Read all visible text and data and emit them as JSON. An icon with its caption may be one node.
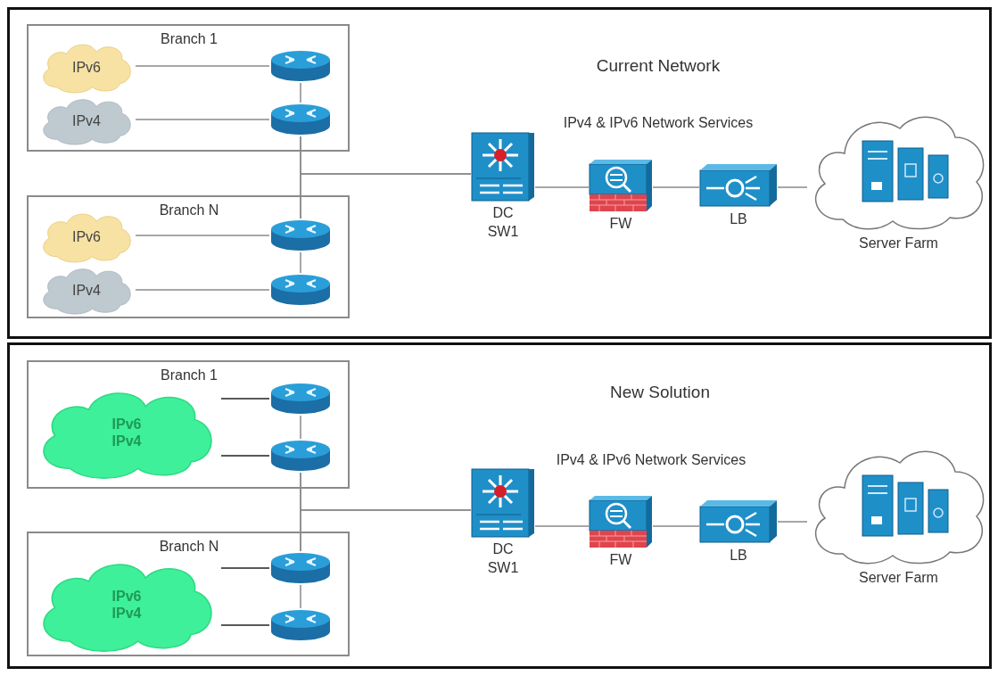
{
  "diagram": {
    "nodes": [
      {
        "text": [
          "Current Network",
          "IPv4 & IPv6 Network Services"
        ]
      },
      {
        "text": [
          "Branch 1"
        ],
        "in": 0
      },
      {
        "text": [
          "IPv6"
        ],
        "in": 1
      },
      {
        "text": [
          "IPv4"
        ],
        "in": 1
      },
      {
        "text": [],
        "shape": "router",
        "in": 1
      },
      {
        "text": [],
        "shape": "router",
        "in": 1
      },
      {
        "text": [
          "Branch N"
        ],
        "in": 0
      },
      {
        "text": [
          "IPv6"
        ],
        "in": 6
      },
      {
        "text": [
          "IPv4"
        ],
        "in": 6
      },
      {
        "text": [],
        "shape": "router",
        "in": 6
      },
      {
        "text": [],
        "shape": "router",
        "in": 6
      },
      {
        "text": [
          "DC SW1"
        ],
        "in": 0
      },
      {
        "text": [
          "FW"
        ],
        "in": 0
      },
      {
        "text": [
          "LB"
        ],
        "in": 0
      },
      {
        "text": [
          "Server Farm"
        ],
        "in": 0
      },
      {
        "text": [
          "New Solution",
          "IPv4 & IPv6 Network Services"
        ]
      },
      {
        "text": [
          "Branch 1"
        ],
        "in": 15
      },
      {
        "text": [
          "IPv6 IPv4"
        ],
        "in": 16
      },
      {
        "text": [],
        "shape": "router",
        "in": 16
      },
      {
        "text": [],
        "shape": "router",
        "in": 16
      },
      {
        "text": [
          "Branch N"
        ],
        "in": 15
      },
      {
        "text": [
          "IPv6 IPv4"
        ],
        "in": 20
      },
      {
        "text": [],
        "shape": "router",
        "in": 20
      },
      {
        "text": [],
        "shape": "router",
        "in": 20
      },
      {
        "text": [
          "DC SW1"
        ],
        "in": 15
      },
      {
        "text": [
          "FW"
        ],
        "in": 15
      },
      {
        "text": [
          "LB"
        ],
        "in": 15
      },
      {
        "text": [
          "Server Farm"
        ],
        "in": 15
      }
    ],
    "edges": [
      {
        "from": 2,
        "to": 4,
        "arrow": "none"
      },
      {
        "from": 3,
        "to": 5,
        "arrow": "none"
      },
      {
        "from": 4,
        "to": 5,
        "arrow": "none"
      },
      {
        "from": 5,
        "to": 9,
        "arrow": "none"
      },
      {
        "from": 5,
        "to": 11,
        "arrow": "none"
      },
      {
        "from": 9,
        "to": 11,
        "arrow": "none"
      },
      {
        "from": 7,
        "to": 9,
        "arrow": "none"
      },
      {
        "from": 8,
        "to": 10,
        "arrow": "none"
      },
      {
        "from": 9,
        "to": 10,
        "arrow": "none"
      },
      {
        "from": 11,
        "to": 12,
        "arrow": "none"
      },
      {
        "from": 12,
        "to": 13,
        "arrow": "none"
      },
      {
        "from": 13,
        "to": 14,
        "arrow": "none"
      },
      {
        "from": 17,
        "to": 18,
        "arrow": "none",
        "color": "#222222"
      },
      {
        "from": 17,
        "to": 19,
        "arrow": "none",
        "color": "#222222"
      },
      {
        "from": 18,
        "to": 19,
        "arrow": "none"
      },
      {
        "from": 19,
        "to": 22,
        "arrow": "none"
      },
      {
        "from": 19,
        "to": 24,
        "arrow": "none"
      },
      {
        "from": 22,
        "to": 24,
        "arrow": "none"
      },
      {
        "from": 21,
        "to": 22,
        "arrow": "none",
        "color": "#222222"
      },
      {
        "from": 21,
        "to": 23,
        "arrow": "none",
        "color": "#222222"
      },
      {
        "from": 22,
        "to": 23,
        "arrow": "none"
      },
      {
        "from": 24,
        "to": 25,
        "arrow": "none"
      },
      {
        "from": 25,
        "to": 26,
        "arrow": "none"
      },
      {
        "from": 26,
        "to": 27,
        "arrow": "none"
      }
    ]
  }
}
